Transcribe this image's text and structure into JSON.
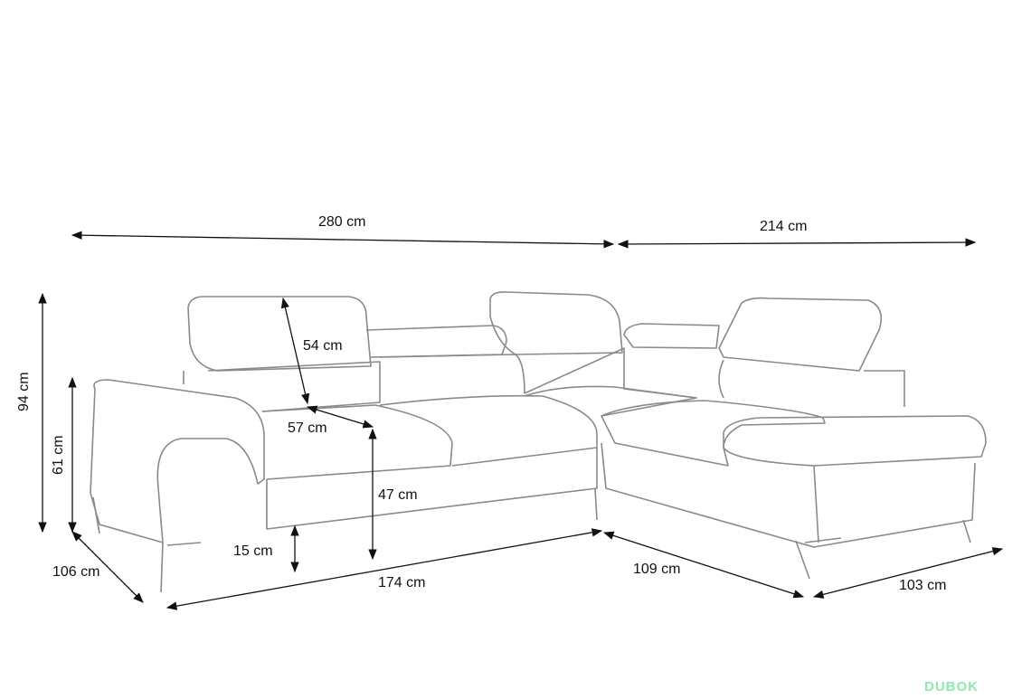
{
  "dimensions": {
    "total_width_left": "280 cm",
    "total_width_right": "214 cm",
    "headrest_height": "54 cm",
    "seat_depth": "57 cm",
    "seat_height": "47 cm",
    "leg_height": "15 cm",
    "total_height": "94 cm",
    "armrest_height": "61 cm",
    "depth_left": "106 cm",
    "front_length": "174 cm",
    "chaise_length": "109 cm",
    "chaise_width": "103 cm"
  },
  "watermark": "DUBOK"
}
